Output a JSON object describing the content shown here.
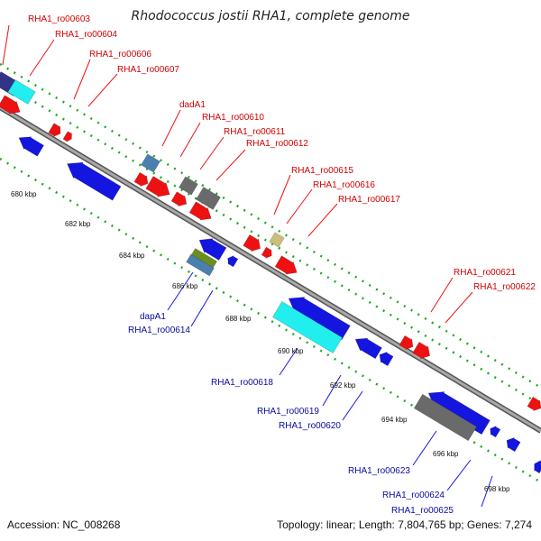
{
  "title": "Rhodococcus jostii RHA1, complete genome",
  "footer": {
    "accession": "Accession: NC_008268",
    "topology": "Topology: linear; Length: 7,804,765 bp; Genes: 7,274"
  },
  "scale_ticks": [
    "680 kbp",
    "682 kbp",
    "684 kbp",
    "686 kbp",
    "688 kbp",
    "690 kbp",
    "692 kbp",
    "694 kbp",
    "696 kbp",
    "698 kbp"
  ],
  "top_labels": [
    "RHA1_ro00603",
    "RHA1_ro00604",
    "RHA1_ro00606",
    "RHA1_ro00607",
    "dadA1",
    "RHA1_ro00610",
    "RHA1_ro00611",
    "RHA1_ro00612",
    "RHA1_ro00615",
    "RHA1_ro00616",
    "RHA1_ro00617",
    "RHA1_ro00621",
    "RHA1_ro00622"
  ],
  "bottom_labels": [
    "dapA1",
    "RHA1_ro00614",
    "RHA1_ro00618",
    "RHA1_ro00619",
    "RHA1_ro00620",
    "RHA1_ro00623",
    "RHA1_ro00624",
    "RHA1_ro00625"
  ],
  "colors": {
    "forward_gene": "#ee1111",
    "reverse_gene": "#1515e0",
    "rna_cyan": "#22eeee",
    "gray_feature": "#6a6a6a",
    "steel_blue": "#4a7fb0",
    "olive": "#6b8e23",
    "khaki": "#c8c078",
    "navy_block": "#333388",
    "backbone": "#888888",
    "dot_track": "#22aa22"
  }
}
